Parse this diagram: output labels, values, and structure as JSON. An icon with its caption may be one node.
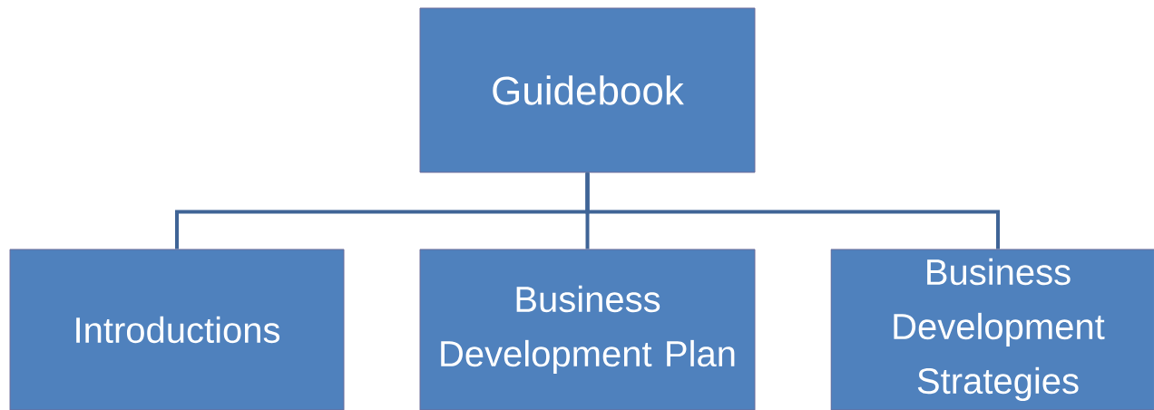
{
  "diagram": {
    "nodes": [
      {
        "text": [
          "Guidebook"
        ]
      },
      {
        "text": [
          "Introductions"
        ]
      },
      {
        "text": [
          "Business Development Plan"
        ]
      },
      {
        "text": [
          "Business Development Strategies"
        ]
      }
    ],
    "edges": [
      {
        "from": 0,
        "to": 1,
        "arrow": "none"
      },
      {
        "from": 0,
        "to": 2,
        "arrow": "none"
      },
      {
        "from": 0,
        "to": 3,
        "arrow": "none"
      }
    ]
  }
}
